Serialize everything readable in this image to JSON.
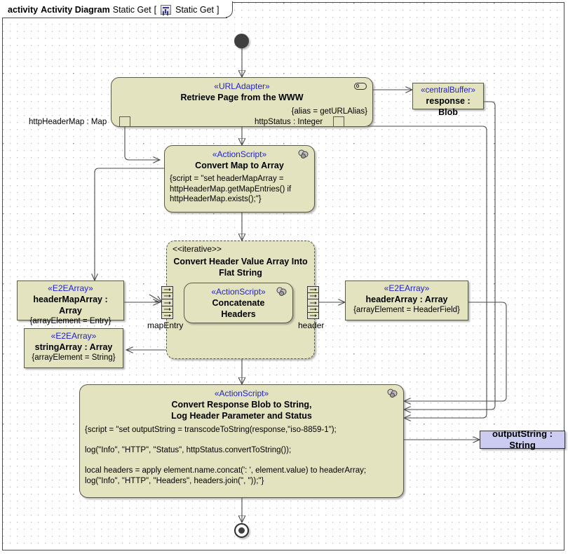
{
  "window": {
    "tab_kind": "activity",
    "tab_type": "Activity Diagram",
    "tab_name": "Static Get",
    "tab_bracket_open": "[",
    "tab_icon": "diagram-icon",
    "tab_element": "Static Get",
    "tab_bracket_close": "]"
  },
  "colors": {
    "node_fill": "#e3e3c0",
    "node_border": "#5a5a46",
    "stereotype_text": "#2222cc",
    "object_fill": "#ccccf2",
    "line": "#4a4a4a",
    "canvas": "#ffffff"
  },
  "nodes": {
    "initial": {
      "name": "initial-node"
    },
    "retrieve_page": {
      "stereotype": "«URLAdapter»",
      "title": "Retrieve Page from the WWW",
      "constraint": "{alias = getURLAlias}",
      "icon": "adapter-icon"
    },
    "central_buffer": {
      "stereotype": "«centralBuffer»",
      "title": "response : Blob"
    },
    "convert_map": {
      "stereotype": "«ActionScript»",
      "title": "Convert Map to Array",
      "script": "{script = \"set headerMapArray =\nhttpHeaderMap.getMapEntries() if\nhttpHeaderMap.exists();\"}",
      "icon": "script-icon"
    },
    "region": {
      "keyword": "<<iterative>>",
      "title_line1": "Convert Header Value Array Into",
      "title_line2": "Flat String"
    },
    "concatenate": {
      "stereotype": "«ActionScript»",
      "title_line1": "Concatenate",
      "title_line2": "Headers",
      "icon": "script-icon"
    },
    "header_map_array": {
      "stereotype": "«E2EArray»",
      "title": "headerMapArray : Array",
      "attr": "{arrayElement = Entry}"
    },
    "string_array": {
      "stereotype": "«E2EArray»",
      "title": "stringArray : Array",
      "attr": "{arrayElement = String}"
    },
    "header_array": {
      "stereotype": "«E2EArray»",
      "title": "headerArray : Array",
      "attr": "{arrayElement = HeaderField}"
    },
    "convert_response": {
      "stereotype": "«ActionScript»",
      "title_line1": "Convert Response Blob to String,",
      "title_line2": "Log Header Parameter and Status",
      "script": "{script = \"set outputString = transcodeToString(response,\"iso-8859-1\");\n\nlog(\"Info\", \"HTTP\", \"Status\", httpStatus.convertToString());\n\nlocal headers = apply element.name.concat(': ', element.value) to headerArray;\nlog(\"Info\", \"HTTP\", \"Headers\", headers.join(\", \"));\"}",
      "icon": "script-icon"
    },
    "output_string": {
      "title": "outputString : String"
    },
    "final": {
      "name": "final-node"
    }
  },
  "pins": [
    {
      "id": "http-header-map-pin",
      "label": "httpHeaderMap : Map"
    },
    {
      "id": "http-status-pin",
      "label": "httpStatus : Integer"
    }
  ],
  "expansion_nodes": [
    {
      "id": "map-entry-expansion-node",
      "label": "mapEntry"
    },
    {
      "id": "header-expansion-node",
      "label": "header"
    }
  ]
}
